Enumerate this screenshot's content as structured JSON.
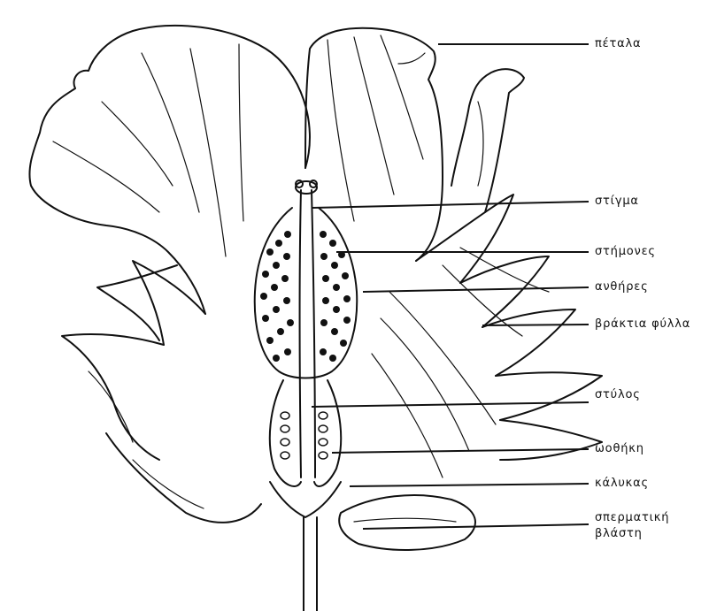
{
  "diagram": {
    "labels": {
      "petals": "πέταλα",
      "stigma": "στίγμα",
      "stamens": "στήμονες",
      "anthers": "ανθήρες",
      "bracts": "βράκτια φύλλα",
      "style": "στύλος",
      "ovary": "ωοθήκη",
      "calyx": "κάλυκας",
      "seed_shoot_line1": "σπερματική",
      "seed_shoot_line2": "βλάστη"
    },
    "colors": {
      "ink": "#111111",
      "background": "#ffffff"
    }
  }
}
